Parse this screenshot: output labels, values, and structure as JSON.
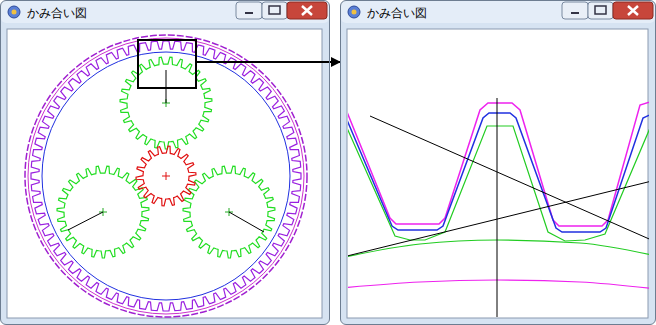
{
  "diagram": {
    "nodes": [
      {
        "text": [
          "かみ合い図"
        ]
      },
      {
        "text": [
          "かみ合い図"
        ]
      }
    ],
    "edges": [
      {
        "from": 0,
        "to": 1,
        "arrow": "to"
      }
    ]
  }
}
